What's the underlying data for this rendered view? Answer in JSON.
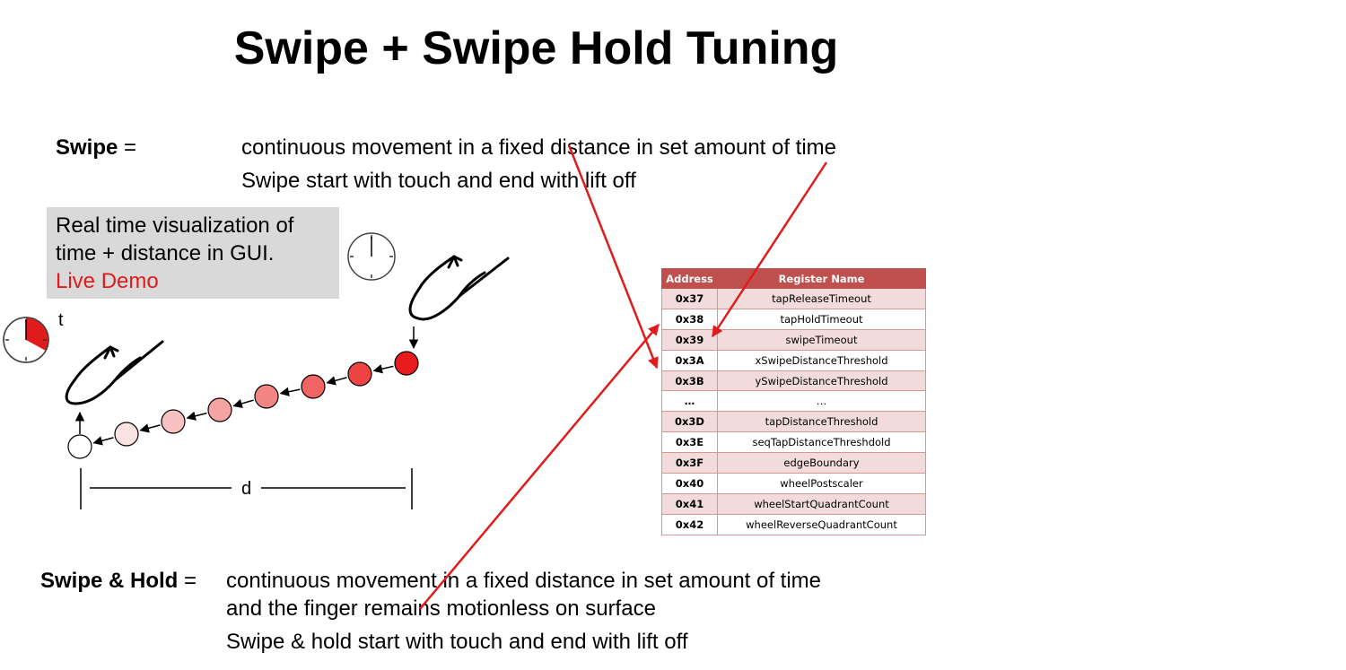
{
  "title": "Swipe + Swipe Hold Tuning",
  "swipe": {
    "term": "Swipe",
    "equals": " =",
    "line1": "continuous movement in a fixed distance in set amount of time",
    "line2": "Swipe start with touch and end with lift off"
  },
  "demo": {
    "line1": "Real time visualization of",
    "line2": "time + distance in GUI.",
    "live": "Live Demo"
  },
  "diagram": {
    "time_label": "t",
    "distance_label": "d",
    "dot_colors": [
      "#ffffff",
      "#fce3e3",
      "#f9c2c2",
      "#f6a3a3",
      "#f38585",
      "#f06464",
      "#ee4444",
      "#e81c1c"
    ]
  },
  "register_table": {
    "headers": [
      "Address",
      "Register Name"
    ],
    "rows": [
      [
        "0x37",
        "tapReleaseTimeout"
      ],
      [
        "0x38",
        "tapHoldTimeout"
      ],
      [
        "0x39",
        "swipeTimeout"
      ],
      [
        "0x3A",
        "xSwipeDistanceThreshold"
      ],
      [
        "0x3B",
        "ySwipeDistanceThreshold"
      ],
      [
        "…",
        "…"
      ],
      [
        "0x3D",
        "tapDistanceThreshold"
      ],
      [
        "0x3E",
        "seqTapDistanceThreshdold"
      ],
      [
        "0x3F",
        "edgeBoundary"
      ],
      [
        "0x40",
        "wheelPostscaler"
      ],
      [
        "0x41",
        "wheelStartQuadrantCount"
      ],
      [
        "0x42",
        "wheelReverseQuadrantCount"
      ]
    ]
  },
  "swipe_hold": {
    "term": "Swipe & Hold",
    "equals": " =",
    "line1": "continuous movement in a fixed distance in set amount of time",
    "line2": "and the finger remains motionless on surface",
    "line3": "Swipe & hold  start with touch and end with lift off"
  },
  "colors": {
    "accent_red": "#e01b1b",
    "table_header": "#c0504d",
    "table_row_alt": "#f2dcdb",
    "demo_box": "#d9d9d9"
  }
}
